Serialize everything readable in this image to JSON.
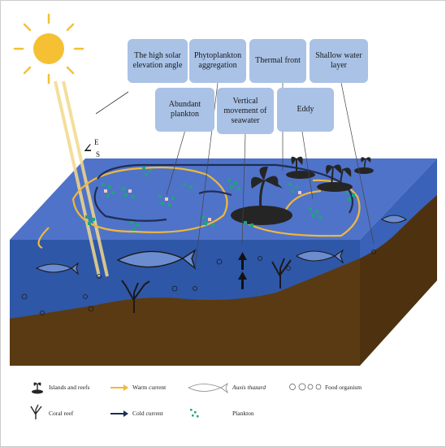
{
  "labels": {
    "solar_angle": "The high solar elevation angle",
    "phyto_aggregation": "Phytoplankton aggregation",
    "thermal_front": "Thermal front",
    "shallow_layer": "Shallow water layer",
    "abundant_plankton": "Abundant plankton",
    "vertical_movement": "Vertical movement of seawater",
    "eddy": "Eddy"
  },
  "compass": {
    "east": "E",
    "south": "S"
  },
  "legend": {
    "islands": "Islands and reefs",
    "warm_current": "Warm current",
    "auxis": "Auxis thazard",
    "food": "Food organism",
    "coral": "Coral reef",
    "cold_current": "Cold current",
    "plankton": "Plankton"
  },
  "colors": {
    "sea_top": "#4f73c9",
    "sea_front": "#2f57a8",
    "sea_side": "#3a62b8",
    "seabed": "#5a3a12",
    "warm_current": "#f0b83a",
    "cold_current": "#1f2d55",
    "label_box": "#a9c2e6",
    "sun": "#f5c033",
    "plankton_green": "#1fa37a",
    "plankton_pink": "#f2c9c1",
    "silhouette": "#252525",
    "page_border": "#cccccc"
  }
}
